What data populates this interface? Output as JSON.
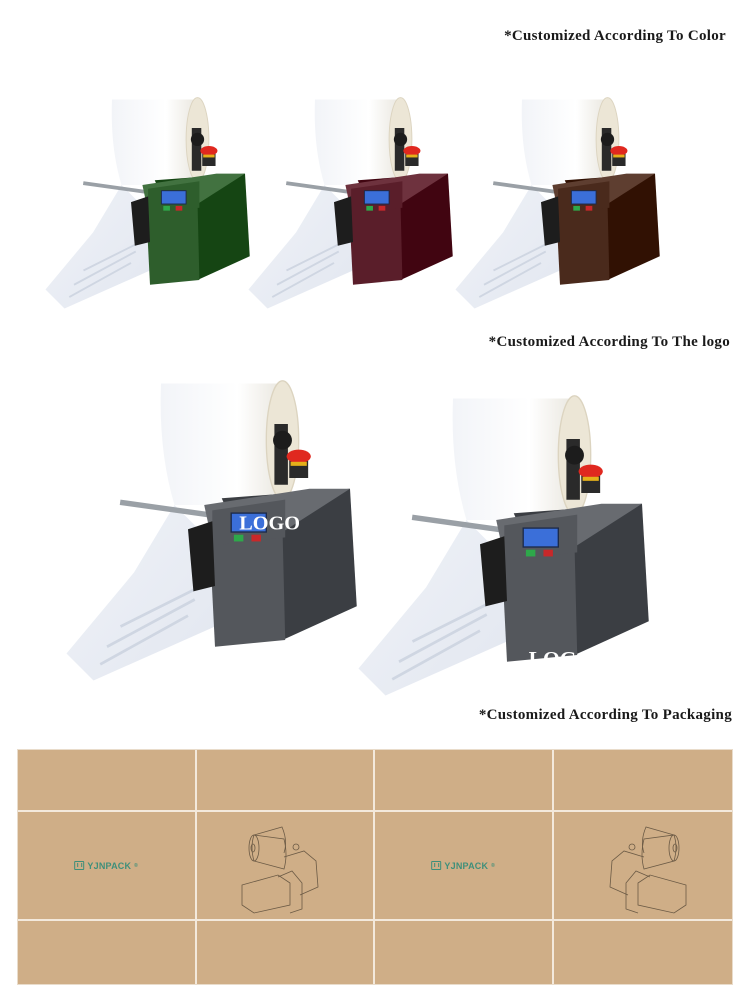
{
  "captions": {
    "color": "*Customized According To Color",
    "logo": "*Customized According To The logo",
    "packaging": "*Customized According To Packaging"
  },
  "color_variants": [
    {
      "name": "green",
      "body_color": "#2e5e2c"
    },
    {
      "name": "burgundy",
      "body_color": "#5a1e2a"
    },
    {
      "name": "brown",
      "body_color": "#4a2a1c"
    }
  ],
  "logo_variants": [
    {
      "name": "logo-on-panel",
      "logo_text": "LOGO",
      "body_color": "#54575c"
    },
    {
      "name": "logo-on-front",
      "logo_text": "LOGO",
      "body_color": "#54575c"
    }
  ],
  "packaging": {
    "box_color": "#cfae87",
    "brand_text": "YJNPACK",
    "registered_mark": "®",
    "brand_color": "#3f8f7a"
  }
}
